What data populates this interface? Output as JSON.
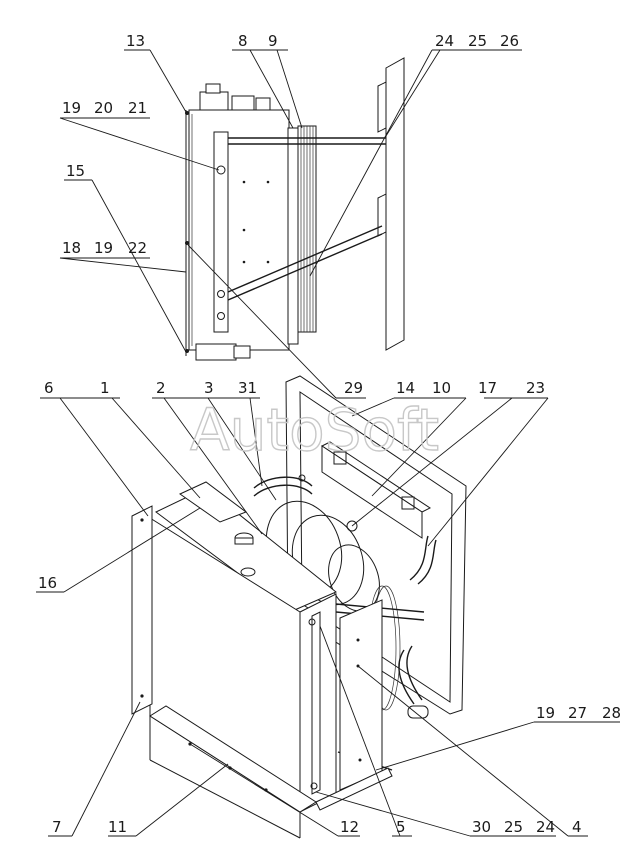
{
  "watermark": "AutoSoft",
  "callouts": [
    {
      "id": "c13",
      "label": "13"
    },
    {
      "id": "c8",
      "label": "8"
    },
    {
      "id": "c9",
      "label": "9"
    },
    {
      "id": "c24a",
      "label": "24"
    },
    {
      "id": "c25a",
      "label": "25"
    },
    {
      "id": "c26",
      "label": "26"
    },
    {
      "id": "c19a",
      "label": "19"
    },
    {
      "id": "c20",
      "label": "20"
    },
    {
      "id": "c21",
      "label": "21"
    },
    {
      "id": "c15",
      "label": "15"
    },
    {
      "id": "c18",
      "label": "18"
    },
    {
      "id": "c19b",
      "label": "19"
    },
    {
      "id": "c22",
      "label": "22"
    },
    {
      "id": "c29",
      "label": "29"
    },
    {
      "id": "c14",
      "label": "14"
    },
    {
      "id": "c10",
      "label": "10"
    },
    {
      "id": "c17",
      "label": "17"
    },
    {
      "id": "c23",
      "label": "23"
    },
    {
      "id": "c6",
      "label": "6"
    },
    {
      "id": "c1",
      "label": "1"
    },
    {
      "id": "c2",
      "label": "2"
    },
    {
      "id": "c3",
      "label": "3"
    },
    {
      "id": "c31",
      "label": "31"
    },
    {
      "id": "c16",
      "label": "16"
    },
    {
      "id": "c19c",
      "label": "19"
    },
    {
      "id": "c27",
      "label": "27"
    },
    {
      "id": "c28",
      "label": "28"
    },
    {
      "id": "c7",
      "label": "7"
    },
    {
      "id": "c11",
      "label": "11"
    },
    {
      "id": "c12",
      "label": "12"
    },
    {
      "id": "c5",
      "label": "5"
    },
    {
      "id": "c30",
      "label": "30"
    },
    {
      "id": "c25b",
      "label": "25"
    },
    {
      "id": "c24b",
      "label": "24"
    },
    {
      "id": "c4",
      "label": "4"
    }
  ]
}
